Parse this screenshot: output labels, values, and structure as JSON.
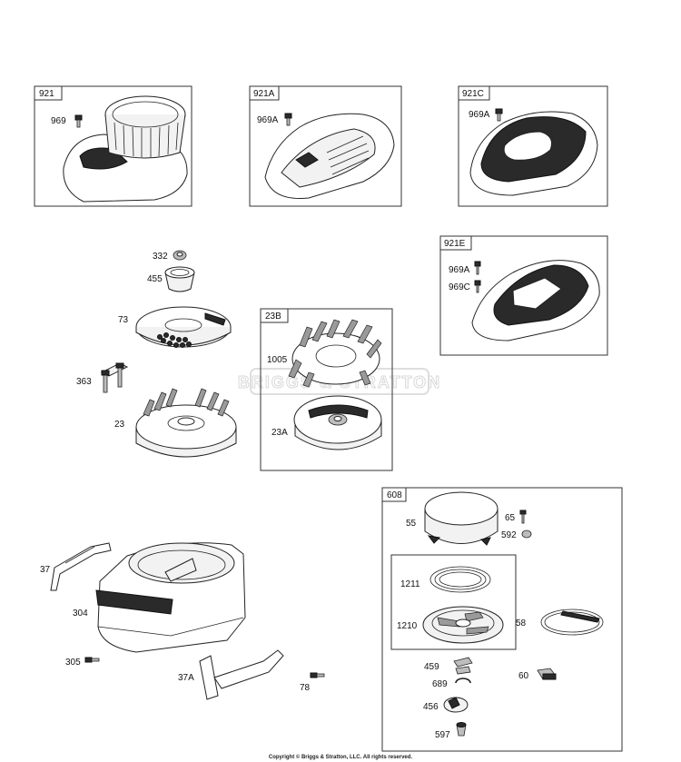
{
  "diagram": {
    "groups": {
      "g921": "921",
      "g921A": "921A",
      "g921C": "921C",
      "g921E": "921E",
      "g23B": "23B",
      "g608": "608"
    },
    "parts": {
      "p969": "969",
      "p969A_a": "969A",
      "p969A_c": "969A",
      "p969A_e": "969A",
      "p969C": "969C",
      "p332": "332",
      "p455": "455",
      "p73": "73",
      "p363": "363",
      "p23": "23",
      "p1005": "1005",
      "p23A": "23A",
      "p37": "37",
      "p304": "304",
      "p305": "305",
      "p37A": "37A",
      "p78": "78",
      "p55": "55",
      "p65": "65",
      "p592": "592",
      "p1211": "1211",
      "p1210": "1210",
      "p58": "58",
      "p459": "459",
      "p689": "689",
      "p60": "60",
      "p456": "456",
      "p597": "597"
    },
    "watermark": "BRIGGS & STRATTON",
    "copyright": "Copyright © Briggs & Stratton, LLC. All rights reserved."
  }
}
